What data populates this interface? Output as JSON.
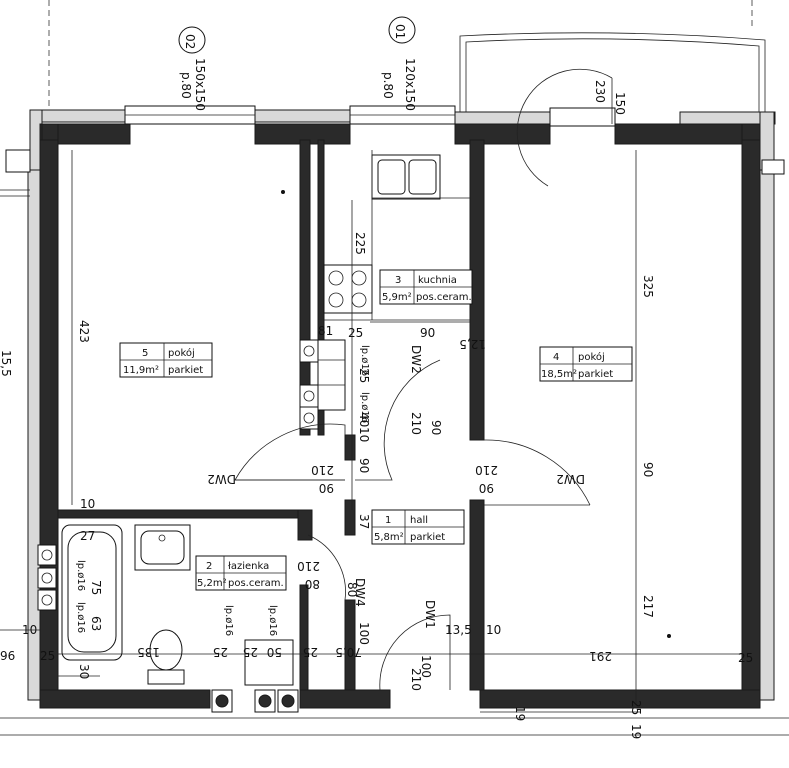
{
  "windows": {
    "w02": {
      "number": "02",
      "size": "150x150",
      "sill": "p.80"
    },
    "w01": {
      "number": "01",
      "size": "120x150",
      "sill": "p.80"
    }
  },
  "rooms": [
    {
      "no": "5",
      "name": "pokój",
      "area": "11,9m²",
      "floor": "parkiet"
    },
    {
      "no": "3",
      "name": "kuchnia",
      "area": "5,9m²",
      "floor": "pos.ceram."
    },
    {
      "no": "4",
      "name": "pokój",
      "area": "18,5m²",
      "floor": "parkiet"
    },
    {
      "no": "1",
      "name": "hall",
      "area": "5,8m²",
      "floor": "parkiet"
    },
    {
      "no": "2",
      "name": "łazienka",
      "area": "5,2m²",
      "floor": "pos.ceram."
    }
  ],
  "doors": {
    "dw1": "DW1",
    "dw2a": "DW2",
    "dw2b": "DW2",
    "dw2c": "DW2",
    "dw4": "DW4"
  },
  "ducts": {
    "d1": "lp.ø16",
    "d2": "lp.ø16",
    "d3": "lp.ø16",
    "d4": "lp.ø16",
    "d5": "lp.ø16",
    "d6": "lp.ø16"
  },
  "dimensions": {
    "d423": "423",
    "d325": "325",
    "d230": "230",
    "d150": "150",
    "d225": "225",
    "d81": "81",
    "d25a": "25",
    "d90a": "90",
    "d12_5": "12,5",
    "d25b": "25",
    "d40": "40",
    "d10a": "10",
    "d210a": "210",
    "d90b": "90",
    "d210b": "210",
    "d90c": "90",
    "d90d": "90",
    "d210c": "210",
    "d90e": "90",
    "d90f": "90",
    "d90g": "90",
    "d210d": "210",
    "d37": "37",
    "d10b": "10",
    "d27": "27",
    "d75": "75",
    "d63": "63",
    "d135": "135",
    "d25c": "25",
    "d25d": "25",
    "d50": "50",
    "d25e": "25",
    "d70_5": "70,5",
    "d100a": "100",
    "d100b": "100",
    "d210e": "210",
    "d13_5": "13,5",
    "d10c": "10",
    "d291": "291",
    "d25f": "25",
    "d217": "217",
    "d80a": "80",
    "d80b": "80",
    "d10d": "10",
    "d25g": "25",
    "d30": "30",
    "d19a": "19",
    "d19b": "19",
    "d25h": "25",
    "d96": "96",
    "d15_5": "15,5"
  }
}
